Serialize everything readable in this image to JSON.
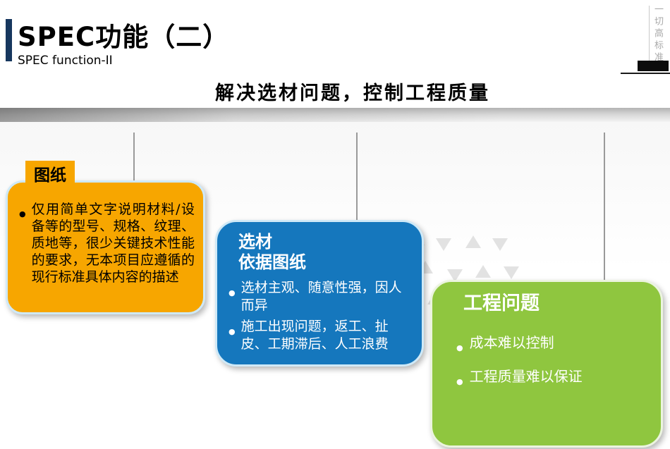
{
  "header": {
    "title": "SPEC功能（二）",
    "subtitle": "SPEC function-II",
    "heading": "解决选材问题，控制工程质量",
    "side_text": "一切高标准"
  },
  "cards": {
    "drawing": {
      "tag": "图纸",
      "bullets": [
        "仅用简单文字说明材料/设备等的型号、规格、纹理、质地等，很少关键技术性能的要求，无本项目应遵循的现行标准具体内容的描述"
      ]
    },
    "selection": {
      "title_line1": "选材",
      "title_line2": "依据图纸",
      "bullets": [
        "选材主观、随意性强，因人而异",
        "施工出现问题，返工、扯皮、工期滞后、人工浪费"
      ]
    },
    "problems": {
      "title": "工程问题",
      "bullets": [
        "成本难以控制",
        "工程质量难以保证"
      ]
    }
  },
  "colors": {
    "accent_navy": "#17375E",
    "card_orange": "#F7A600",
    "card_blue": "#1577BD",
    "card_green": "#8FC63F",
    "connector_gray": "#9a9a9a"
  }
}
